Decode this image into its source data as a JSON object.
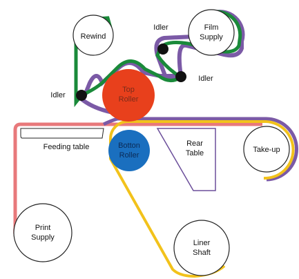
{
  "labels": {
    "rewind": "Rewind",
    "film_supply_1": "Film",
    "film_supply_2": "Supply",
    "idler_top": "Idler",
    "idler_right": "Idler",
    "idler_left": "Idler",
    "top_roller_1": "Top",
    "top_roller_2": "Roller",
    "bottom_roller_1": "Botton",
    "bottom_roller_2": "Roller",
    "rear_table_1": "Rear",
    "rear_table_2": "Table",
    "feeding_table": "Feeding table",
    "take_up": "Take-up",
    "print_supply_1": "Print",
    "print_supply_2": "Supply",
    "liner_shaft_1": "Liner",
    "liner_shaft_2": "Shaft"
  },
  "colors": {
    "film_green": "#1a8a3a",
    "purple": "#7b5aa6",
    "print_pink": "#e8797b",
    "liner_yellow": "#f2c21b",
    "top_roller": "#e8401c",
    "bottom_roller": "#1a6fbf",
    "idler": "#111111",
    "outline": "#222222",
    "table": "#6b4e9a"
  }
}
